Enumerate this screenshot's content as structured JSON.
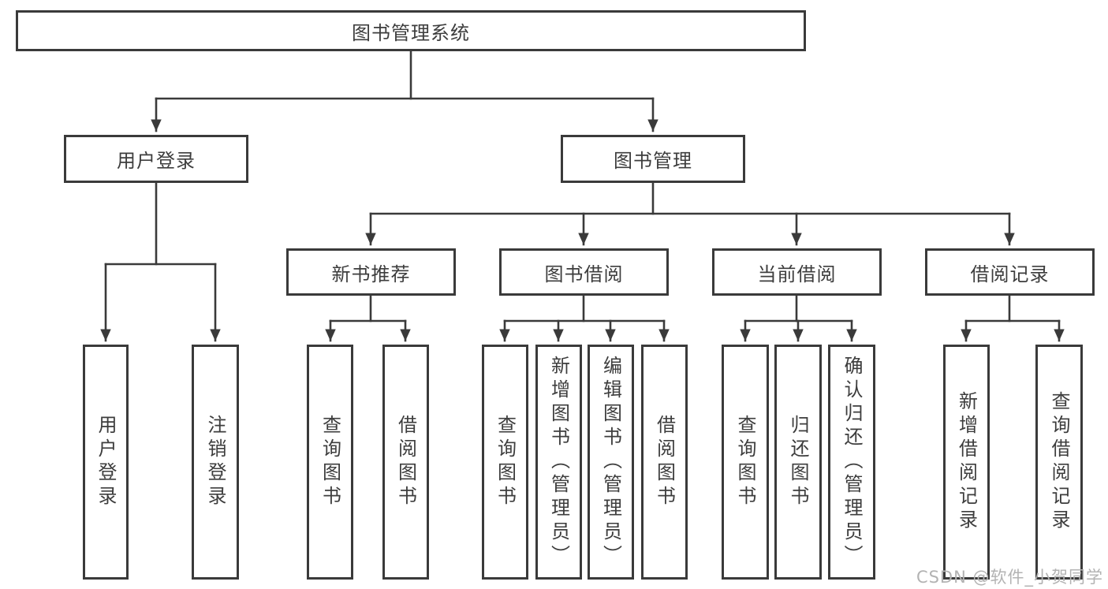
{
  "diagram": {
    "type": "hierarchy-tree",
    "root": {
      "label": "图书管理系统"
    },
    "children": [
      {
        "label": "用户登录",
        "children": [
          {
            "label": "用户登录"
          },
          {
            "label": "注销登录"
          }
        ]
      },
      {
        "label": "图书管理",
        "children": [
          {
            "label": "新书推荐",
            "children": [
              {
                "label": "查询图书"
              },
              {
                "label": "借阅图书"
              }
            ]
          },
          {
            "label": "图书借阅",
            "children": [
              {
                "label": "查询图书"
              },
              {
                "label": "新增图书（管理员）"
              },
              {
                "label": "编辑图书（管理员）"
              },
              {
                "label": "借阅图书"
              }
            ]
          },
          {
            "label": "当前借阅",
            "children": [
              {
                "label": "查询图书"
              },
              {
                "label": "归还图书"
              },
              {
                "label": "确认归还（管理员）"
              }
            ]
          },
          {
            "label": "借阅记录",
            "children": [
              {
                "label": "新增借阅记录"
              },
              {
                "label": "查询借阅记录"
              }
            ]
          }
        ]
      }
    ]
  },
  "watermark": {
    "text": "CSDN @软件_小贺同学"
  },
  "colors": {
    "line": "#3a3a3a",
    "text": "#3d3d3d",
    "box_background": "#ffffff",
    "page_background": "#ffffff",
    "watermark": "#b3b3b3"
  }
}
